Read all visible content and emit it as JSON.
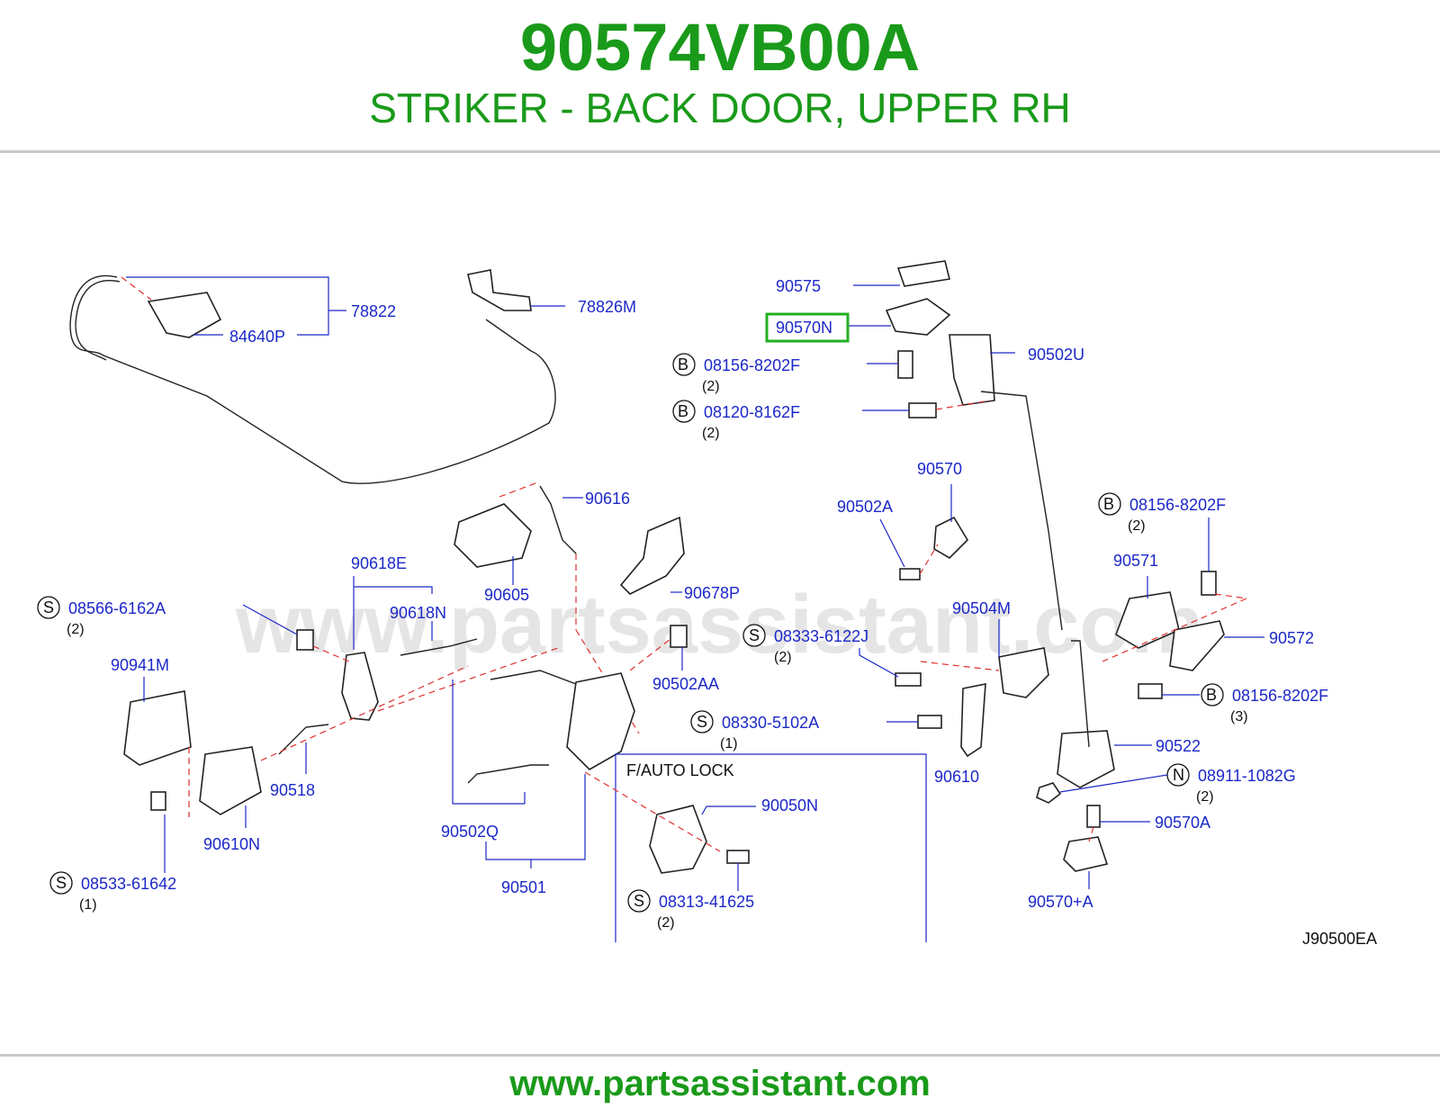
{
  "header": {
    "part_number": "90574VB00A",
    "part_description": "STRIKER - BACK DOOR, UPPER RH"
  },
  "diagram": {
    "watermark": "www.partsassistant.com",
    "diagram_code": "J90500EA",
    "inset_title": "F/AUTO LOCK",
    "highlight_color": "#22b022",
    "label_color": "#1c28c8",
    "labels": {
      "l78822": "78822",
      "l84640P": "84640P",
      "l78826M": "78826M",
      "l90575": "90575",
      "l90570N": "90570N",
      "l90502U": "90502U",
      "l08156_8202F_a": "08156-8202F",
      "l08120_8162F": "08120-8162F",
      "l90616": "90616",
      "l90570": "90570",
      "l90502A": "90502A",
      "l08156_8202F_b": "08156-8202F",
      "l90571": "90571",
      "l90618E": "90618E",
      "l90605": "90605",
      "l90678P": "90678P",
      "l08566_6162A": "08566-6162A",
      "l90618N": "90618N",
      "l90504M": "90504M",
      "l08333_6122J": "08333-6122J",
      "l90572": "90572",
      "l90941M": "90941M",
      "l90502AA": "90502AA",
      "l08156_8202F_c": "08156-8202F",
      "l08330_5102A": "08330-5102A",
      "l90518": "90518",
      "l90522": "90522",
      "l90610": "90610",
      "l08911_1082G": "08911-1082G",
      "l90050N": "90050N",
      "l90610N": "90610N",
      "l90570A": "90570A",
      "l90502Q": "90502Q",
      "l08533_61642": "08533-61642",
      "l90501": "90501",
      "l08313_41625": "08313-41625",
      "l90570_A": "90570+A"
    },
    "quantities": {
      "q_08156_a": "(2)",
      "q_08120": "(2)",
      "q_08156_b": "(2)",
      "q_08566": "(2)",
      "q_08333": "(2)",
      "q_08156_c": "(3)",
      "q_08330": "(1)",
      "q_08911": "(2)",
      "q_08533": "(1)",
      "q_08313": "(2)"
    },
    "markers": {
      "b": "B",
      "s": "S",
      "n": "N"
    }
  },
  "footer": {
    "url": "www.partsassistant.com"
  }
}
